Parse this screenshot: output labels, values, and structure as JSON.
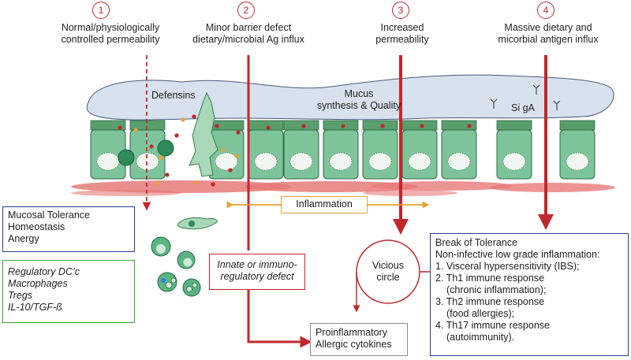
{
  "steps": [
    {
      "number": "1",
      "label_line1": "Normal/physiologically",
      "label_line2": "controlled permeability"
    },
    {
      "number": "2",
      "label_line1": "Minor barrier defect",
      "label_line2": "dietary/microbial Ag influx"
    },
    {
      "number": "3",
      "label_line1": "Increased",
      "label_line2": "permeability"
    },
    {
      "number": "4",
      "label_line1": "Massive dietary and",
      "label_line2": "micorbial antigen influx"
    }
  ],
  "mucus": {
    "defensins": "Defensins",
    "mucus_line1": "Mucus",
    "mucus_line2": "synthesis & Quality",
    "sigA": "Si gA"
  },
  "inflammation_label": "Inflammation",
  "tolerance_box": {
    "lines": [
      "Mucosal Tolerance",
      "Homeostasis",
      "Anergy"
    ]
  },
  "regulatory_box": {
    "lines": [
      "Regulatory DC’c",
      "Macrophages",
      "Tregs",
      "IL-10/TGF-ß"
    ]
  },
  "innate_box": {
    "line1": "Innate or immuno-",
    "line2": "regulatory defect"
  },
  "vicious_circle": {
    "line1": "Vicious",
    "line2": "circle"
  },
  "proinflammatory_box": {
    "line1": "Proinflammatory",
    "line2": "Allergic cytokines"
  },
  "break_box": {
    "title": "Break of Tolerance",
    "subtitle": "Non-infective low grade inflammation:",
    "items": [
      "1. Visceral hypersensitivity (IBS);",
      "2. Th1 immune response",
      "(chronic inflammation);",
      "3. Th2 immune response",
      "(food allergies);",
      "4. Th17 immune response",
      "(autoimmunity)."
    ]
  },
  "colors": {
    "red": "#c0282d",
    "mucus_fill": "#d8e2ee",
    "cell_fill": "#7ec49a",
    "cell_top": "#5a9e6e",
    "blood": "#e87a7a",
    "tolerance_border": "#2c3e8f",
    "regulatory_border": "#3aa63a",
    "inflammation_arrow": "#e8a13a",
    "break_border": "#2c3e8f"
  }
}
